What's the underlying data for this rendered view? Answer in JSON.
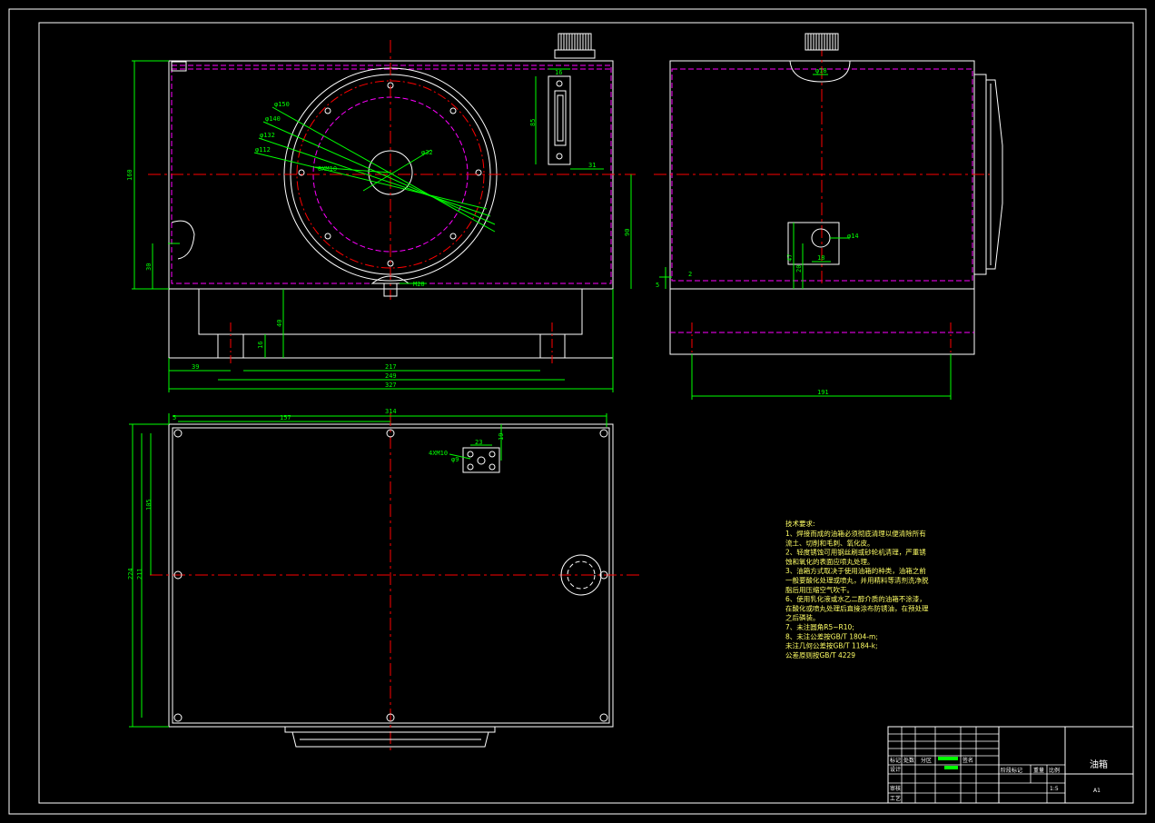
{
  "drawing": {
    "colors": {
      "background": "#000000",
      "outline": "#ffffff",
      "dimension": "#00ff00",
      "centerline": "#ff0000",
      "hidden": "#ff00ff",
      "note": "#ffff66"
    },
    "front_view": {
      "dims": {
        "d150": "φ150",
        "d140": "φ140",
        "d132": "φ132",
        "d112": "φ112",
        "d32": "φ32",
        "bolts": "8XM10",
        "m28": "M28",
        "h160": "160",
        "h30": "30",
        "h90": "90",
        "h40": "40",
        "h16": "16",
        "gauge_w": "16",
        "gauge_h": "85",
        "gauge_off": "31",
        "w39": "39",
        "w217": "217",
        "w249": "249",
        "w327": "327"
      }
    },
    "side_view": {
      "dims": {
        "d18": "φ18",
        "d14": "φ14",
        "h47": "47",
        "h20": "20",
        "w18": "18",
        "t2": "2",
        "t5": "5",
        "w191": "191"
      }
    },
    "top_view": {
      "dims": {
        "w5": "5",
        "w157": "157",
        "w314": "314",
        "h105": "105",
        "h211": "211",
        "h224": "224",
        "h19": "19",
        "w23": "23",
        "bolts": "4XM10",
        "d9": "φ9"
      }
    },
    "notes": {
      "heading": "技术要求:",
      "lines": [
        "1、焊接而成的油箱必须彻底清理以便清除所有",
        "流土、切削和毛刺、氧化皮。",
        "2、轻度锈蚀可用钢丝刷或砂轮机清理，严重锈",
        "蚀和氧化的表面应喷丸处理。",
        "3、油箱方式取决于使用油箱的种类，油箱之前",
        "一般要酸化处理或喷丸，并用精料等清剂洗净脱",
        "脂后用压缩空气吹干。",
        "6、使用乳化液或水乙二醇介质的油箱不涂漆，",
        "在酸化或喷丸处理后直接涂布防锈油，在预处理",
        "之后磷装。",
        "7、未注圆角R5~R10;",
        "8、未注公差按GB/T 1804-m;",
        "  未注几何公差按GB/T 1184-k;",
        "  公差原则按GB/T 4229"
      ]
    },
    "title_block": {
      "title": "油箱",
      "sheet_size": "A1",
      "cells": {
        "biaoji": "标记",
        "chushu": "处数",
        "fenqu": "分区",
        "gengai": "签名",
        "sheji": "设计",
        "shenhe": "审核",
        "jieduan": "阶段标记",
        "zhongliang": "重量",
        "bili": "比例",
        "gongyi": "工艺",
        "shuzi": "1:5"
      }
    }
  }
}
